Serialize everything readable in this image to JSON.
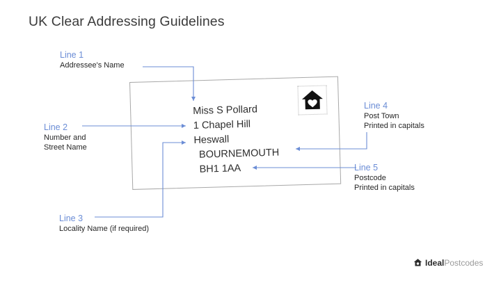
{
  "slide": {
    "title": "UK Clear Addressing Guidelines",
    "background_color": "#ffffff"
  },
  "colors": {
    "accent_blue": "#6b8dd6",
    "text_dark": "#2e2e2e",
    "title_gray": "#3b3b3b",
    "envelope_border": "#a8a8a8",
    "logo_gray": "#9a9a9a"
  },
  "envelope": {
    "stamp_icon": "house-heart-stamp-icon",
    "address_lines": [
      {
        "text": "Miss S Pollard",
        "indent": false
      },
      {
        "text": "1 Chapel Hill",
        "indent": false
      },
      {
        "text": "Heswall",
        "indent": false
      },
      {
        "text": "BOURNEMOUTH",
        "indent": true
      },
      {
        "text": "BH1 1AA",
        "indent": true
      }
    ]
  },
  "callouts": [
    {
      "id": "line-1",
      "label": "Line 1",
      "description_lines": [
        "Addressee's Name"
      ]
    },
    {
      "id": "line-2",
      "label": "Line 2",
      "description_lines": [
        "Number and",
        "Street Name"
      ]
    },
    {
      "id": "line-3",
      "label": "Line 3",
      "description_lines": [
        "Locality Name (if required)"
      ]
    },
    {
      "id": "line-4",
      "label": "Line 4",
      "description_lines": [
        "Post Town",
        "Printed in capitals"
      ]
    },
    {
      "id": "line-5",
      "label": "Line 5",
      "description_lines": [
        "Postcode",
        "Printed in capitals"
      ]
    }
  ],
  "footer": {
    "logo_icon": "house-logo-icon",
    "brand_primary": "Ideal",
    "brand_secondary": "Postcodes"
  }
}
